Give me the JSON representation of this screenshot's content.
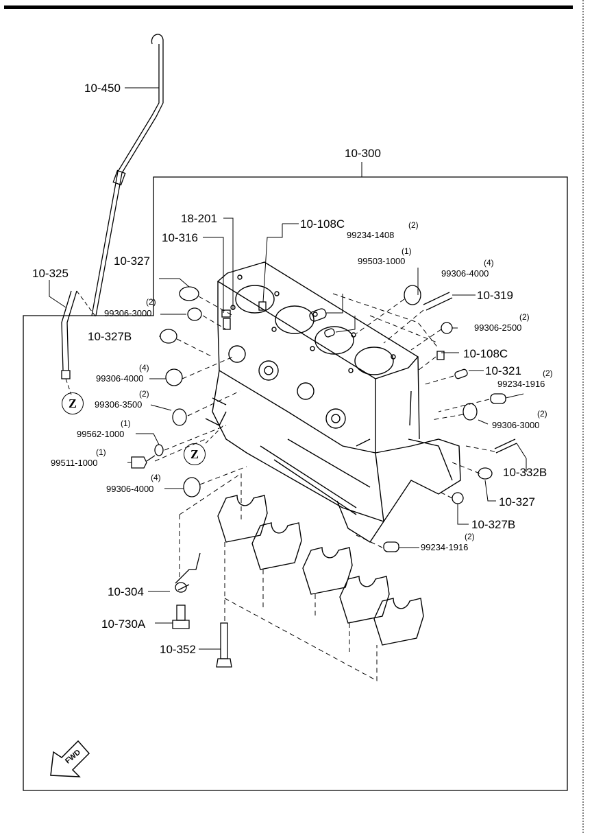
{
  "diagram": {
    "labels": {
      "p10_450": "10-450",
      "p10_300": "10-300",
      "p10_325": "10-325",
      "p18_201": "18-201",
      "p10_316": "10-316",
      "p10_108c_top": "10-108C",
      "p99234_1408": "99234-1408",
      "q99234_1408": "(2)",
      "p99503_1000": "99503-1000",
      "q99503_1000": "(1)",
      "p10_327_left": "10-327",
      "p99306_4000_top": "99306-4000",
      "q99306_4000_top": "(4)",
      "p99306_3000_left": "99306-3000",
      "q99306_3000_left": "(2)",
      "p10_319": "10-319",
      "p99306_2500": "99306-2500",
      "q99306_2500": "(2)",
      "p10_327b_left": "10-327B",
      "p10_108c_right": "10-108C",
      "p10_321": "10-321",
      "p99306_4000_mid": "99306-4000",
      "q99306_4000_mid": "(4)",
      "p99234_1916_top": "99234-1916",
      "q99234_1916_top": "(2)",
      "p99306_3500": "99306-3500",
      "q99306_3500": "(2)",
      "p99306_3000_right": "99306-3000",
      "q99306_3000_right": "(2)",
      "p99562_1000": "99562-1000",
      "q99562_1000": "(1)",
      "p99511_1000": "99511-1000",
      "q99511_1000": "(1)",
      "p10_332b": "10-332B",
      "p99306_4000_bot": "99306-4000",
      "q99306_4000_bot": "(4)",
      "p10_327_right": "10-327",
      "p10_327b_right": "10-327B",
      "p99234_1916_bot": "99234-1916",
      "q99234_1916_bot": "(2)",
      "p10_304": "10-304",
      "p10_730a": "10-730A",
      "p10_352": "10-352"
    },
    "z_marker": "Z",
    "fwd_label": "FWD"
  }
}
